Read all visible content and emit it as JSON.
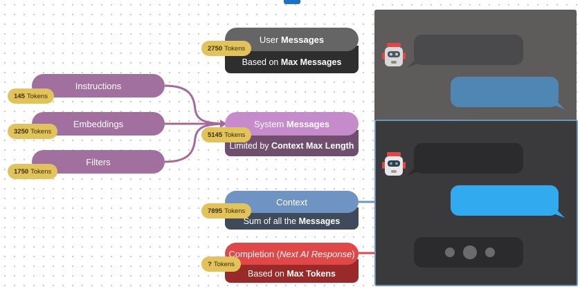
{
  "token_unit": "Tokens",
  "nodes": {
    "instructions": {
      "label": "Instructions",
      "tokens": "145"
    },
    "embeddings": {
      "label": "Embeddings",
      "tokens": "3250"
    },
    "filters": {
      "label": "Filters",
      "tokens": "1750"
    },
    "user_messages": {
      "label_plain": "User ",
      "label_bold": "Messages",
      "sub_plain": "Based on ",
      "sub_bold": "Max Messages",
      "tokens": "2750"
    },
    "system_messages": {
      "label_plain": "System ",
      "label_bold": "Messages",
      "sub_plain": "Limited by ",
      "sub_bold": "Context Max Length",
      "tokens": "5145"
    },
    "context": {
      "label": "Context",
      "sub_plain": "Sum of all the ",
      "sub_bold": "Messages",
      "tokens": "7895"
    },
    "completion": {
      "label_plain": "Completion (",
      "label_italic": "Next AI Response",
      "label_end": ")",
      "sub_plain": "Based on ",
      "sub_bold": "Max Tokens",
      "tokens": "?"
    }
  },
  "colors": {
    "purple_node": "#a2709f",
    "connector_purple": "#a5689c",
    "user_top": "#656565",
    "user_bottom": "#2e2e2e",
    "system_top": "#c58bca",
    "system_bottom": "#704e6d",
    "context_top": "#6f93c2",
    "context_bottom": "#3f4a5a",
    "completion_top": "#e04848",
    "completion_bottom": "#9a2a2a",
    "badge": "#e2c25a",
    "panel_top": "#5e5b5b",
    "panel_bottom": "#3a3a3d",
    "panel_border": "#6b93c3",
    "bubble_dark": "#2b2b2d",
    "bubble_user_faded": "#4e87b4",
    "bubble_user": "#32aaf0"
  },
  "icons": [
    "robot-icon",
    "typing-dots-icon"
  ]
}
